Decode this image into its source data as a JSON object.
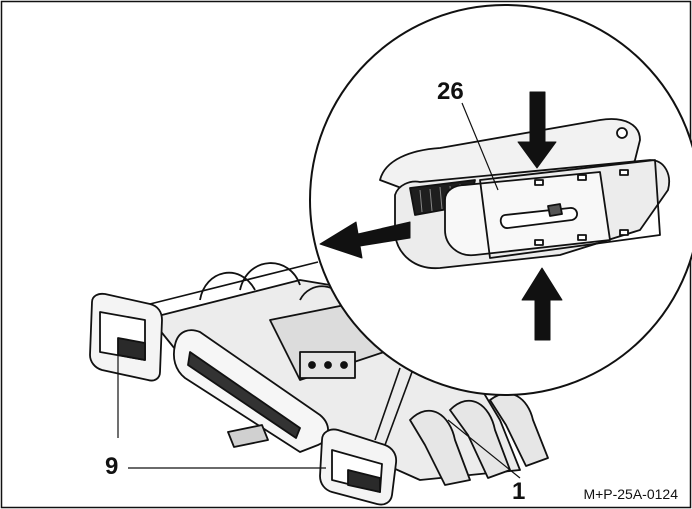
{
  "callouts": {
    "part_26": "26",
    "part_9": "9",
    "part_1": "1"
  },
  "figure_code": "M+P-25A-0124",
  "colors": {
    "line": "#111111",
    "fill_light": "#f2f2f2",
    "fill_mid": "#d6d6d6",
    "fill_dark": "#222222",
    "background": "#ffffff"
  }
}
